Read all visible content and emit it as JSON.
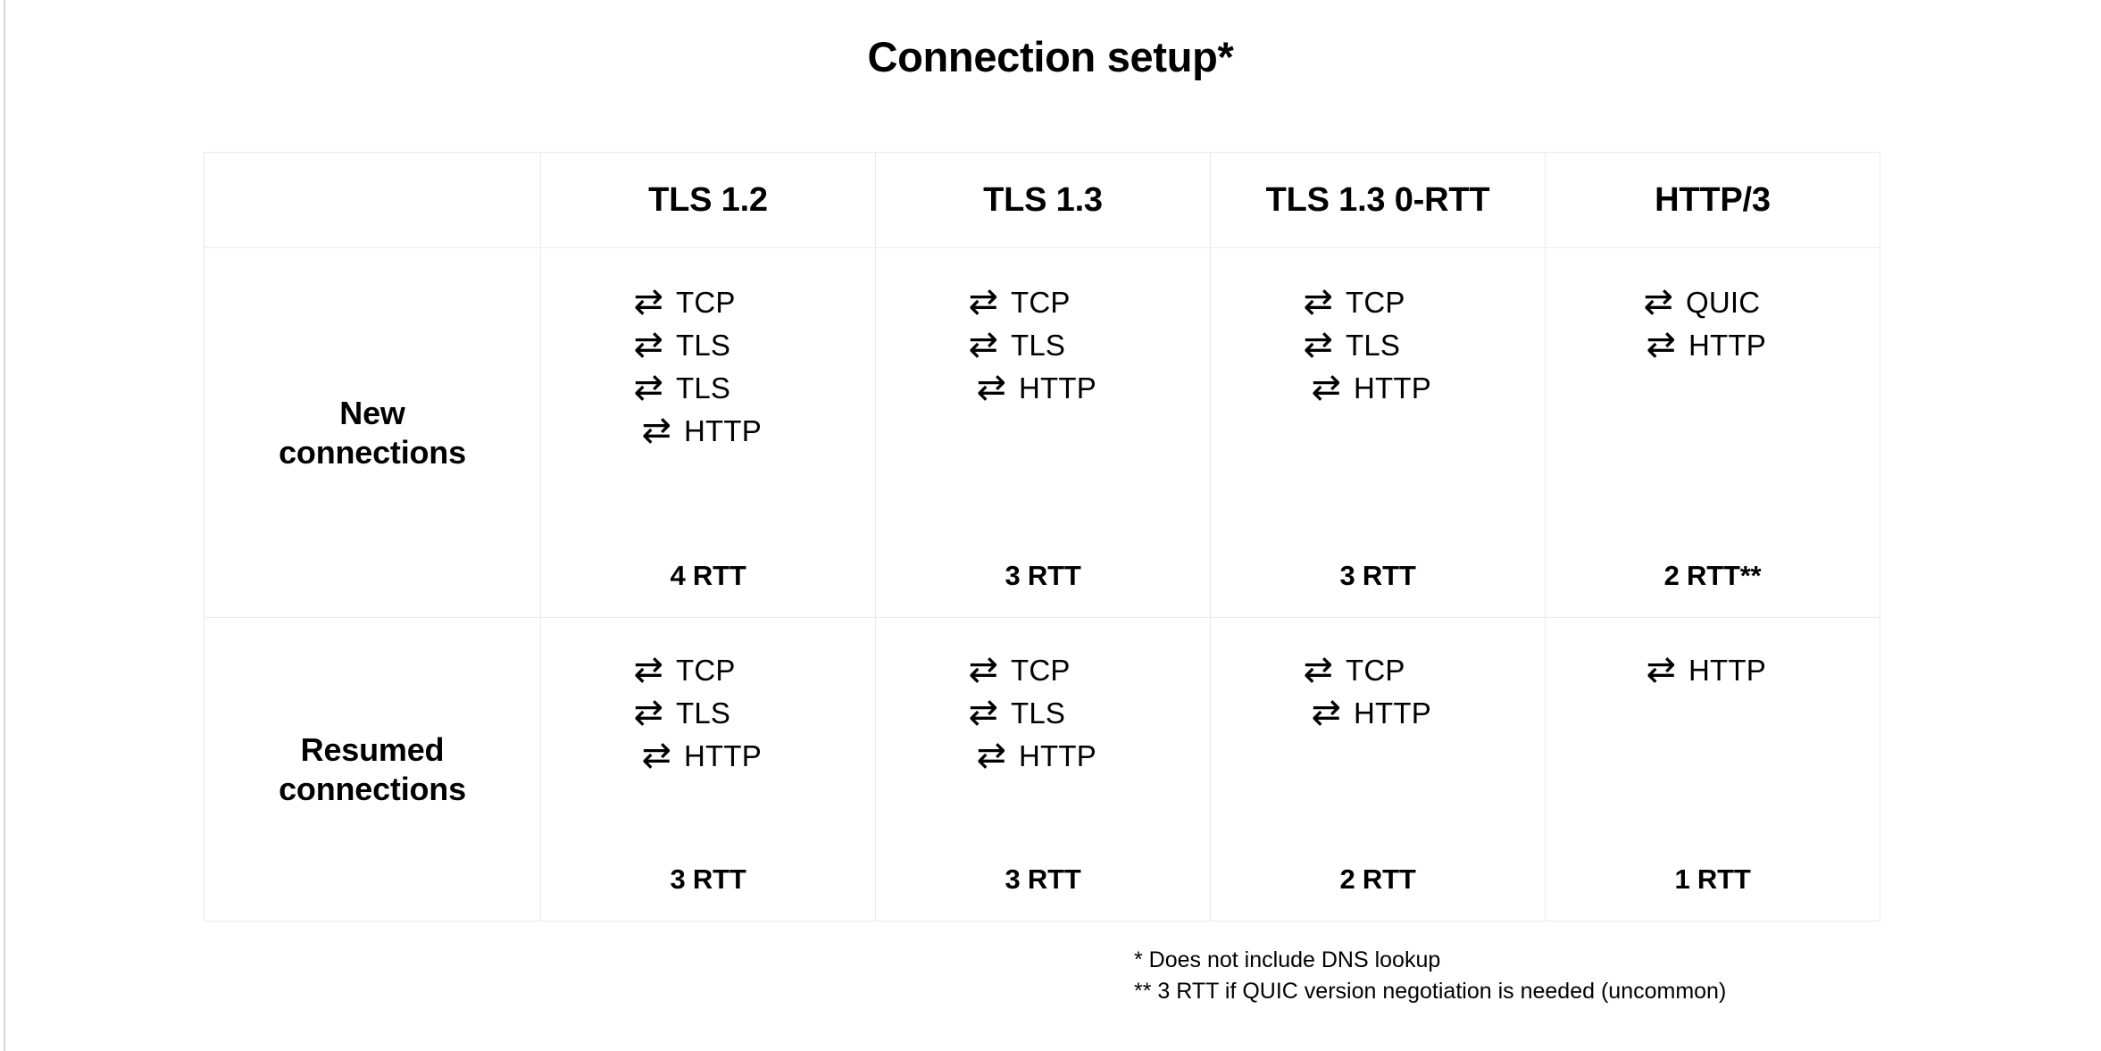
{
  "title": "Connection setup*",
  "table": {
    "columns": [
      "",
      "TLS 1.2",
      "TLS 1.3",
      "TLS 1.3 0-RTT",
      "HTTP/3"
    ],
    "rows": [
      {
        "label_line1": "New",
        "label_line2": "connections",
        "cells": [
          {
            "steps": [
              {
                "arrow": "⇄",
                "protocol": "TCP"
              },
              {
                "arrow": "⇄",
                "protocol": "TLS"
              },
              {
                "arrow": "⇄",
                "protocol": "TLS"
              },
              {
                "arrow": "⇄",
                "protocol": "HTTP"
              }
            ],
            "rtt": "4 RTT"
          },
          {
            "steps": [
              {
                "arrow": "⇄",
                "protocol": "TCP"
              },
              {
                "arrow": "⇄",
                "protocol": "TLS"
              },
              {
                "arrow": "⇄",
                "protocol": "HTTP"
              }
            ],
            "rtt": "3 RTT"
          },
          {
            "steps": [
              {
                "arrow": "⇄",
                "protocol": "TCP"
              },
              {
                "arrow": "⇄",
                "protocol": "TLS"
              },
              {
                "arrow": "⇄",
                "protocol": "HTTP"
              }
            ],
            "rtt": "3 RTT"
          },
          {
            "steps": [
              {
                "arrow": "⇄",
                "protocol": "QUIC"
              },
              {
                "arrow": "⇄",
                "protocol": "HTTP"
              }
            ],
            "rtt": "2 RTT**"
          }
        ]
      },
      {
        "label_line1": "Resumed",
        "label_line2": "connections",
        "cells": [
          {
            "steps": [
              {
                "arrow": "⇄",
                "protocol": "TCP"
              },
              {
                "arrow": "⇄",
                "protocol": "TLS"
              },
              {
                "arrow": "⇄",
                "protocol": "HTTP"
              }
            ],
            "rtt": "3 RTT"
          },
          {
            "steps": [
              {
                "arrow": "⇄",
                "protocol": "TCP"
              },
              {
                "arrow": "⇄",
                "protocol": "TLS"
              },
              {
                "arrow": "⇄",
                "protocol": "HTTP"
              }
            ],
            "rtt": "3 RTT"
          },
          {
            "steps": [
              {
                "arrow": "⇄",
                "protocol": "TCP"
              },
              {
                "arrow": "⇄",
                "protocol": "HTTP"
              }
            ],
            "rtt": "2 RTT"
          },
          {
            "steps": [
              {
                "arrow": "⇄",
                "protocol": "HTTP"
              }
            ],
            "rtt": "1 RTT"
          }
        ]
      }
    ]
  },
  "footnotes": [
    "* Does not include DNS lookup",
    "** 3 RTT if QUIC version negotiation is needed (uncommon)"
  ],
  "colors": {
    "text": "#000000",
    "background": "#ffffff",
    "table_border": "#eaeaea",
    "slide_edge": "#d6d8da"
  }
}
